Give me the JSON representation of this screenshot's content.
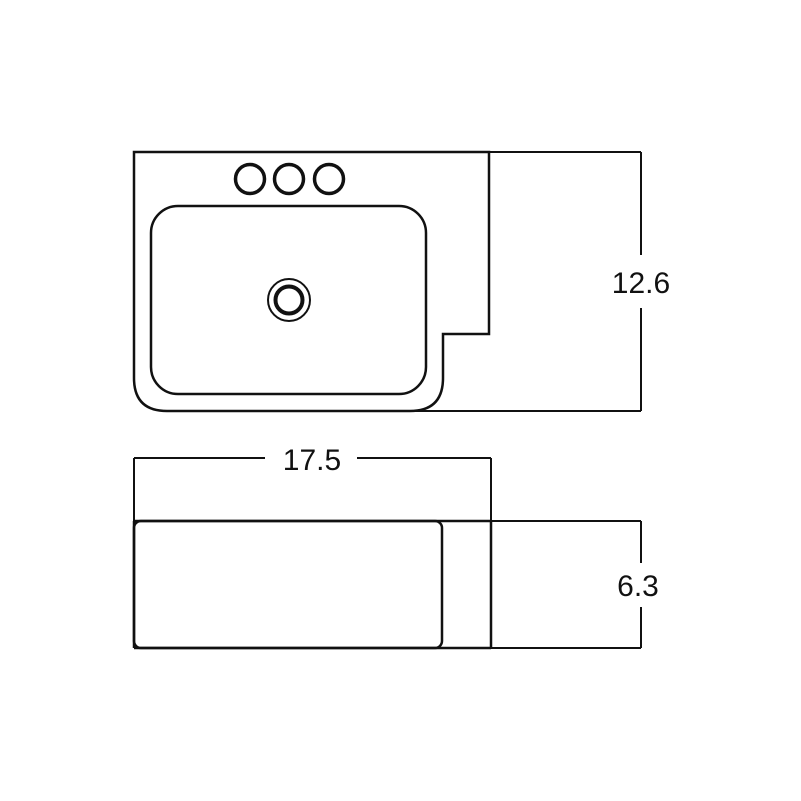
{
  "diagram": {
    "type": "technical-dimension-drawing",
    "subject": "rectangular sink with faucet holes",
    "views": [
      {
        "name": "top-view",
        "features": [
          "three faucet holes",
          "rectangular basin",
          "center drain",
          "notched right deck"
        ]
      },
      {
        "name": "front-view",
        "features": [
          "rectangular body",
          "rounded front panel"
        ]
      }
    ],
    "dimensions": {
      "depth": "12.6",
      "width": "17.5",
      "height": "6.3"
    },
    "colors": {
      "line": "#111111",
      "background": "#ffffff"
    }
  }
}
